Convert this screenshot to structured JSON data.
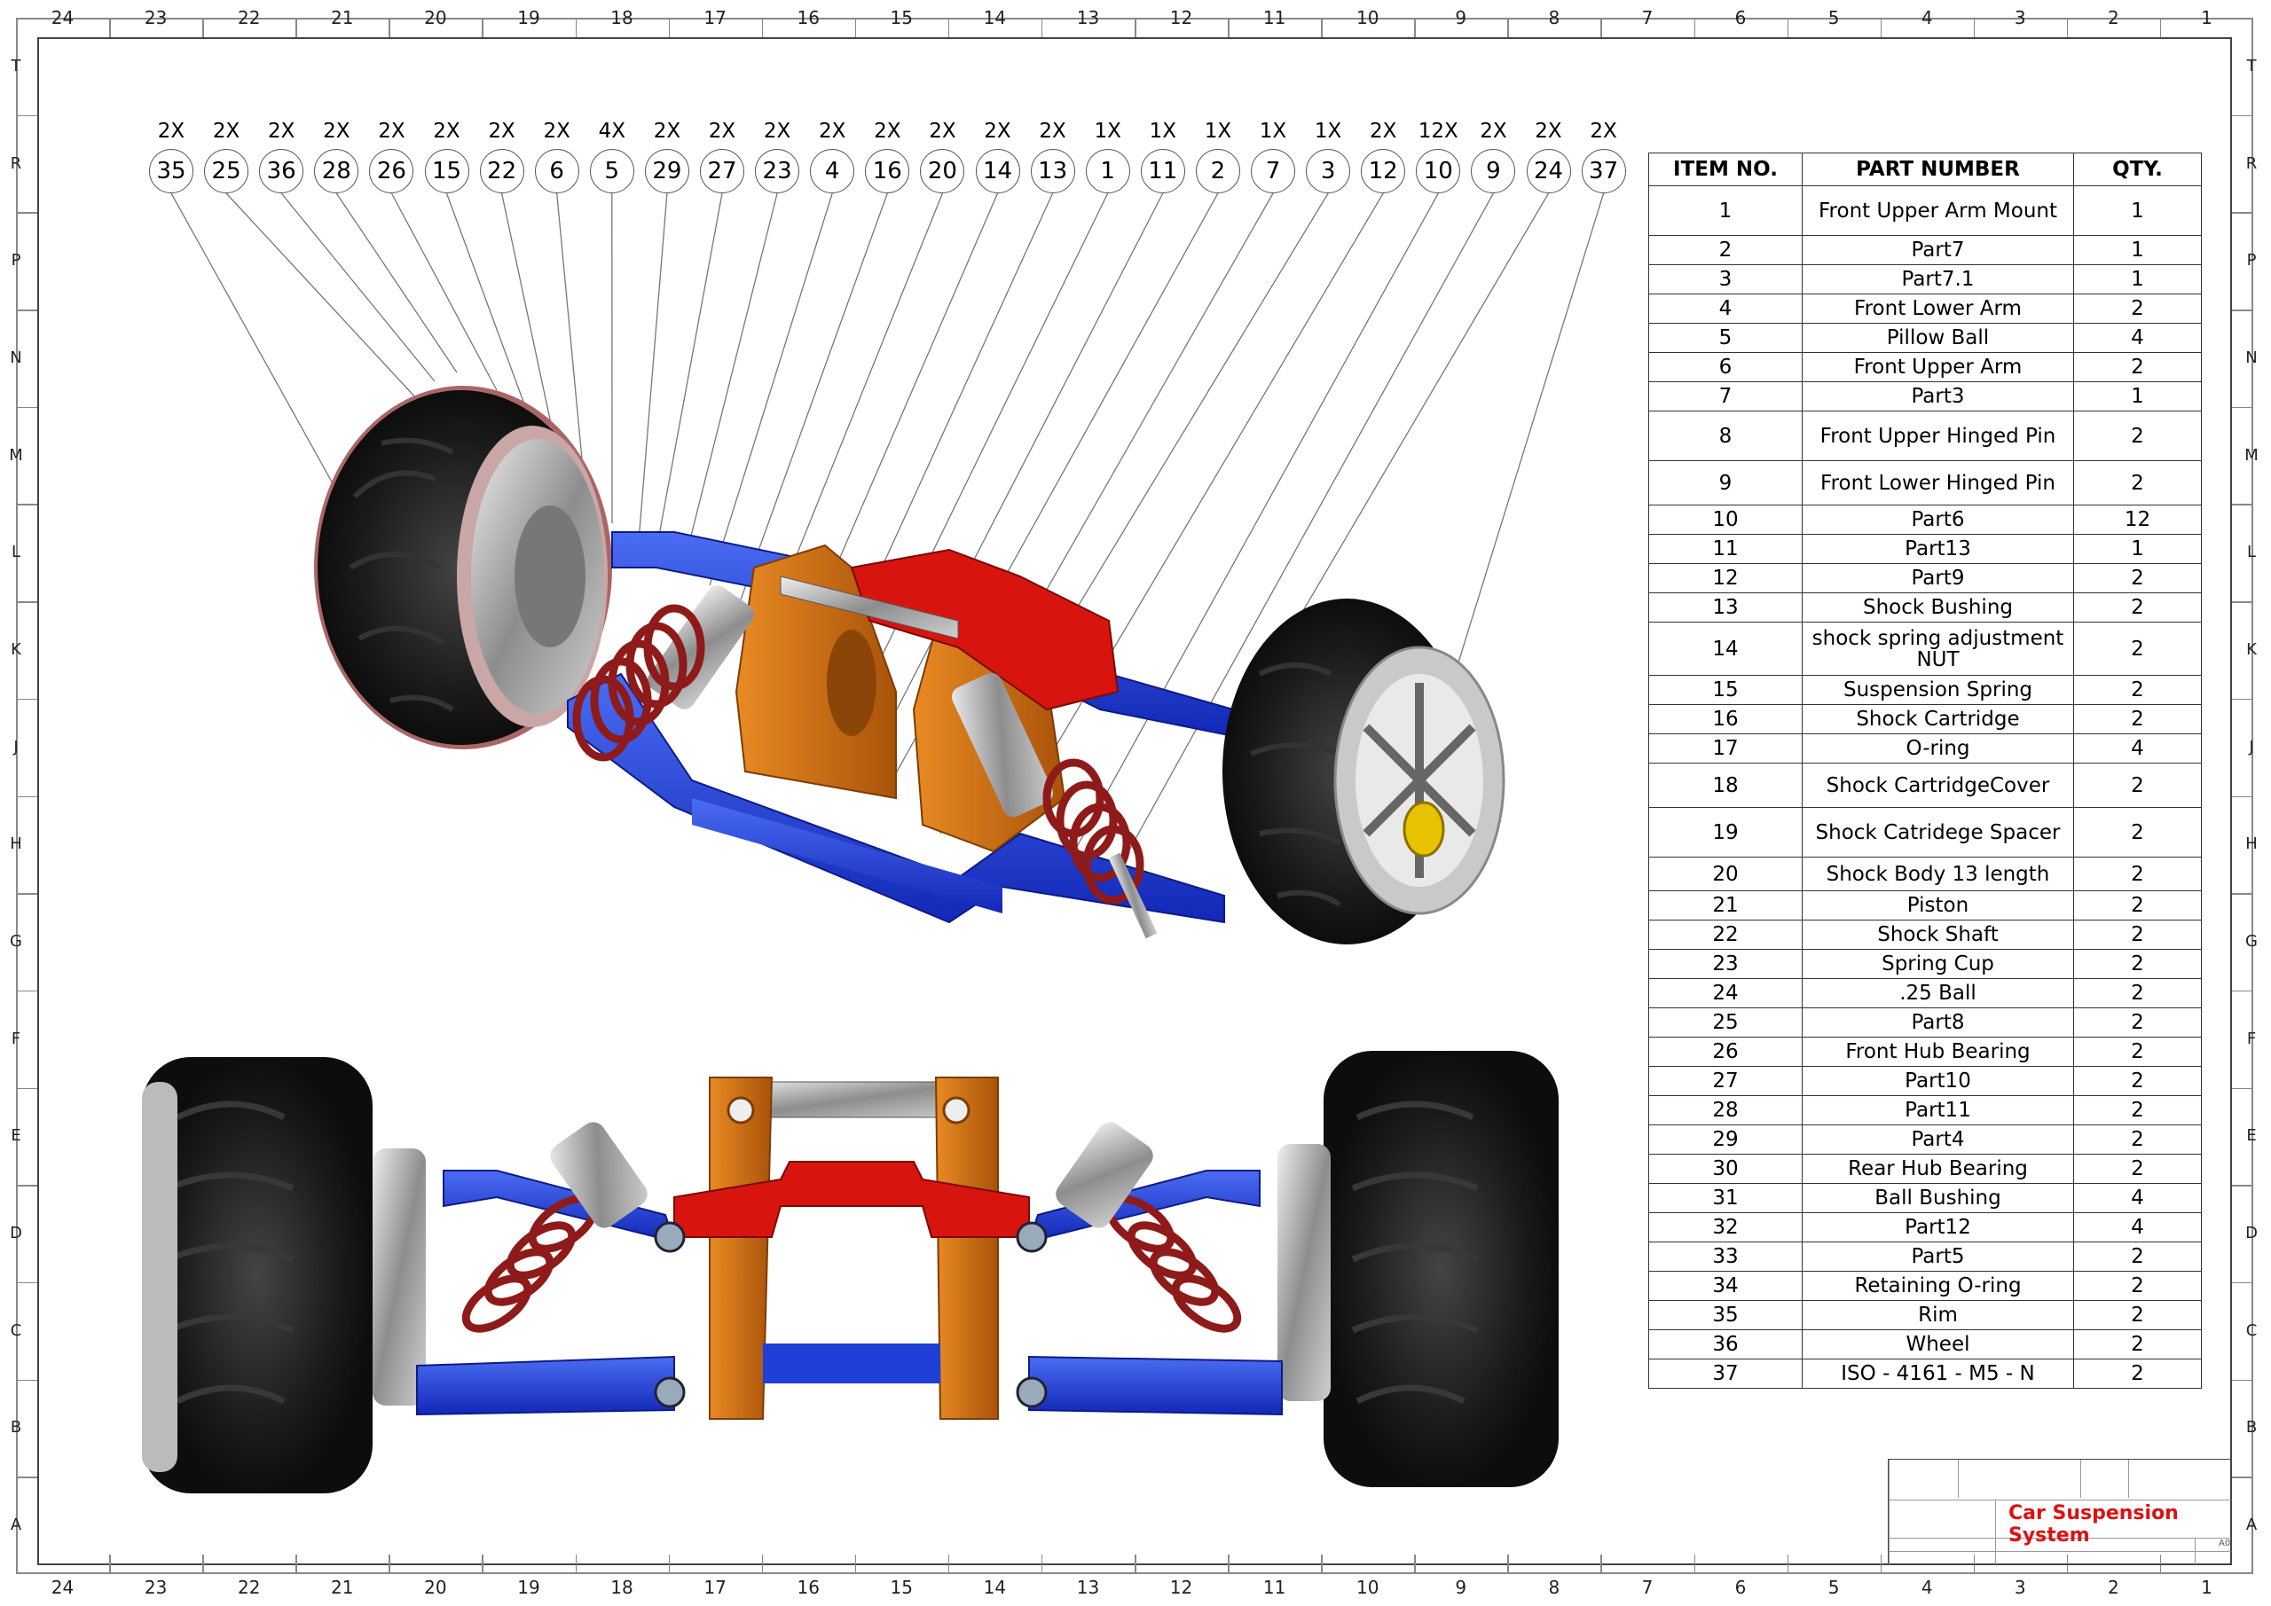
{
  "zones": {
    "columns": [
      "24",
      "23",
      "22",
      "21",
      "20",
      "19",
      "18",
      "17",
      "16",
      "15",
      "14",
      "13",
      "12",
      "11",
      "10",
      "9",
      "8",
      "7",
      "6",
      "5",
      "4",
      "3",
      "2",
      "1"
    ],
    "rows": [
      "T",
      "R",
      "P",
      "N",
      "M",
      "L",
      "K",
      "J",
      "H",
      "G",
      "F",
      "E",
      "D",
      "C",
      "B",
      "A"
    ]
  },
  "balloons": [
    {
      "qty": "2X",
      "item": "35"
    },
    {
      "qty": "2X",
      "item": "25"
    },
    {
      "qty": "2X",
      "item": "36"
    },
    {
      "qty": "2X",
      "item": "28"
    },
    {
      "qty": "2X",
      "item": "26"
    },
    {
      "qty": "2X",
      "item": "15"
    },
    {
      "qty": "2X",
      "item": "22"
    },
    {
      "qty": "2X",
      "item": "6"
    },
    {
      "qty": "4X",
      "item": "5"
    },
    {
      "qty": "2X",
      "item": "29"
    },
    {
      "qty": "2X",
      "item": "27"
    },
    {
      "qty": "2X",
      "item": "23"
    },
    {
      "qty": "2X",
      "item": "4"
    },
    {
      "qty": "2X",
      "item": "16"
    },
    {
      "qty": "2X",
      "item": "20"
    },
    {
      "qty": "2X",
      "item": "14"
    },
    {
      "qty": "2X",
      "item": "13"
    },
    {
      "qty": "1X",
      "item": "1"
    },
    {
      "qty": "1X",
      "item": "11"
    },
    {
      "qty": "1X",
      "item": "2"
    },
    {
      "qty": "1X",
      "item": "7"
    },
    {
      "qty": "1X",
      "item": "3"
    },
    {
      "qty": "2X",
      "item": "12"
    },
    {
      "qty": "12X",
      "item": "10"
    },
    {
      "qty": "2X",
      "item": "9"
    },
    {
      "qty": "2X",
      "item": "24"
    },
    {
      "qty": "2X",
      "item": "37"
    }
  ],
  "bom": {
    "headers": [
      "ITEM NO.",
      "PART NUMBER",
      "QTY."
    ],
    "rows": [
      {
        "item": "1",
        "part": "Front Upper Arm Mount",
        "qty": "1"
      },
      {
        "item": "2",
        "part": "Part7",
        "qty": "1"
      },
      {
        "item": "3",
        "part": "Part7.1",
        "qty": "1"
      },
      {
        "item": "4",
        "part": "Front Lower Arm",
        "qty": "2"
      },
      {
        "item": "5",
        "part": "Pillow Ball",
        "qty": "4"
      },
      {
        "item": "6",
        "part": "Front Upper Arm",
        "qty": "2"
      },
      {
        "item": "7",
        "part": "Part3",
        "qty": "1"
      },
      {
        "item": "8",
        "part": "Front Upper Hinged Pin",
        "qty": "2"
      },
      {
        "item": "9",
        "part": "Front Lower Hinged Pin",
        "qty": "2"
      },
      {
        "item": "10",
        "part": "Part6",
        "qty": "12"
      },
      {
        "item": "11",
        "part": "Part13",
        "qty": "1"
      },
      {
        "item": "12",
        "part": "Part9",
        "qty": "2"
      },
      {
        "item": "13",
        "part": "Shock Bushing",
        "qty": "2"
      },
      {
        "item": "14",
        "part": "shock spring adjustment NUT",
        "qty": "2"
      },
      {
        "item": "15",
        "part": "Suspension Spring",
        "qty": "2"
      },
      {
        "item": "16",
        "part": "Shock Cartridge",
        "qty": "2"
      },
      {
        "item": "17",
        "part": "O-ring",
        "qty": "4"
      },
      {
        "item": "18",
        "part": "Shock CartridgeCover",
        "qty": "2"
      },
      {
        "item": "19",
        "part": "Shock Catridege Spacer",
        "qty": "2"
      },
      {
        "item": "20",
        "part": "Shock Body 13 length",
        "qty": "2"
      },
      {
        "item": "21",
        "part": "Piston",
        "qty": "2"
      },
      {
        "item": "22",
        "part": "Shock Shaft",
        "qty": "2"
      },
      {
        "item": "23",
        "part": "Spring Cup",
        "qty": "2"
      },
      {
        "item": "24",
        "part": ".25 Ball",
        "qty": "2"
      },
      {
        "item": "25",
        "part": "Part8",
        "qty": "2"
      },
      {
        "item": "26",
        "part": "Front Hub Bearing",
        "qty": "2"
      },
      {
        "item": "27",
        "part": "Part10",
        "qty": "2"
      },
      {
        "item": "28",
        "part": "Part11",
        "qty": "2"
      },
      {
        "item": "29",
        "part": "Part4",
        "qty": "2"
      },
      {
        "item": "30",
        "part": "Rear Hub Bearing",
        "qty": "2"
      },
      {
        "item": "31",
        "part": "Ball Bushing",
        "qty": "4"
      },
      {
        "item": "32",
        "part": "Part12",
        "qty": "4"
      },
      {
        "item": "33",
        "part": "Part5",
        "qty": "2"
      },
      {
        "item": "34",
        "part": "Retaining O-ring",
        "qty": "2"
      },
      {
        "item": "35",
        "part": "Rim",
        "qty": "2"
      },
      {
        "item": "36",
        "part": "Wheel",
        "qty": "2"
      },
      {
        "item": "37",
        "part": "ISO - 4161 - M5 - N",
        "qty": "2"
      }
    ]
  },
  "title_block": {
    "title": "Car Suspension System",
    "size": "A0"
  },
  "colors": {
    "arm_blue": "#1f3fd6",
    "mount_orange": "#d2700f",
    "mount_red": "#d8140f",
    "spring_red": "#8e1a1a",
    "tire_black": "#1b1b1b",
    "title_red": "#dd1111"
  }
}
